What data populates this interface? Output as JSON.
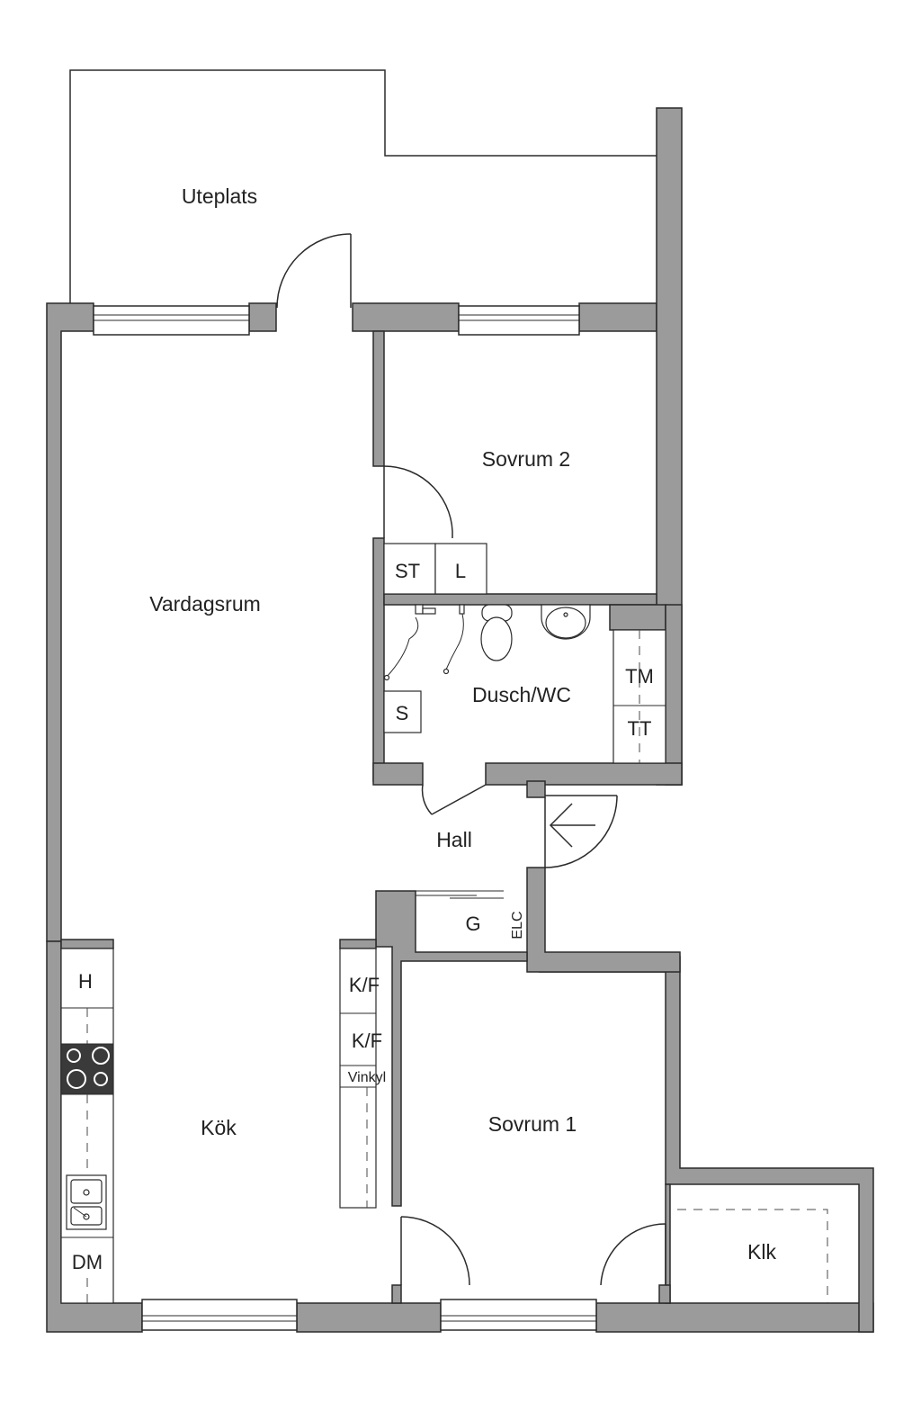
{
  "rooms": {
    "uteplats": "Uteplats",
    "sovrum2": "Sovrum 2",
    "vardagsrum": "Vardagsrum",
    "dusch_wc": "Dusch/WC",
    "hall": "Hall",
    "kok": "Kök",
    "sovrum1": "Sovrum 1",
    "klk": "Klk"
  },
  "fixtures": {
    "st": "ST",
    "l": "L",
    "s": "S",
    "tm": "TM",
    "tt": "TT",
    "g": "G",
    "elc": "ELC",
    "h": "H",
    "dm": "DM",
    "kf1": "K/F",
    "kf2": "K/F",
    "vinkyl": "Vinkyl"
  },
  "colors": {
    "wall": "#9b9b9b",
    "line": "#2b2b2b",
    "background": "#ffffff"
  }
}
